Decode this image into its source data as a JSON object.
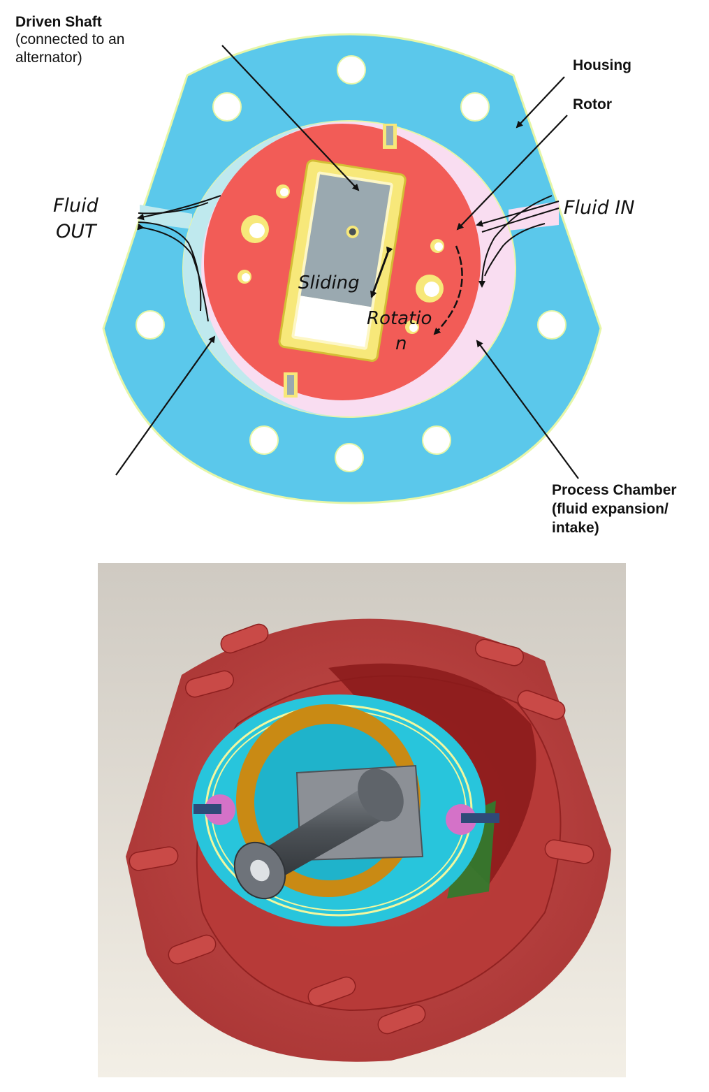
{
  "labels": {
    "driven_shaft": {
      "title": "Driven Shaft",
      "line1": "(connected to an",
      "line2": "alternator)"
    },
    "housing": "Housing",
    "rotor": "Rotor",
    "fluid_in": "Fluid IN",
    "fluid_out": {
      "line1": "Fluid",
      "line2": "OUT"
    },
    "sliding": "Sliding",
    "rotation": {
      "line1": "Rotatio",
      "line2": "n"
    },
    "process_chamber": {
      "line1": "Process Chamber",
      "line2": "(fluid expansion/",
      "line3": "intake)"
    }
  },
  "colors": {
    "housing": "#5bc8eb",
    "chamber": "#f9ddf1",
    "chamber_left": "#bfe9ee",
    "rotor": "#f25c57",
    "vane": "#9aa9b0",
    "vane_frame": "#f7e87a",
    "bottom_housing": "#b52d2d",
    "bottom_plate": "#28c5dc",
    "bottom_ring": "#c98a14",
    "shaft": "#555a60",
    "background_gradient_top": "#cfcac2",
    "background_gradient_bottom": "#f3efe6"
  }
}
